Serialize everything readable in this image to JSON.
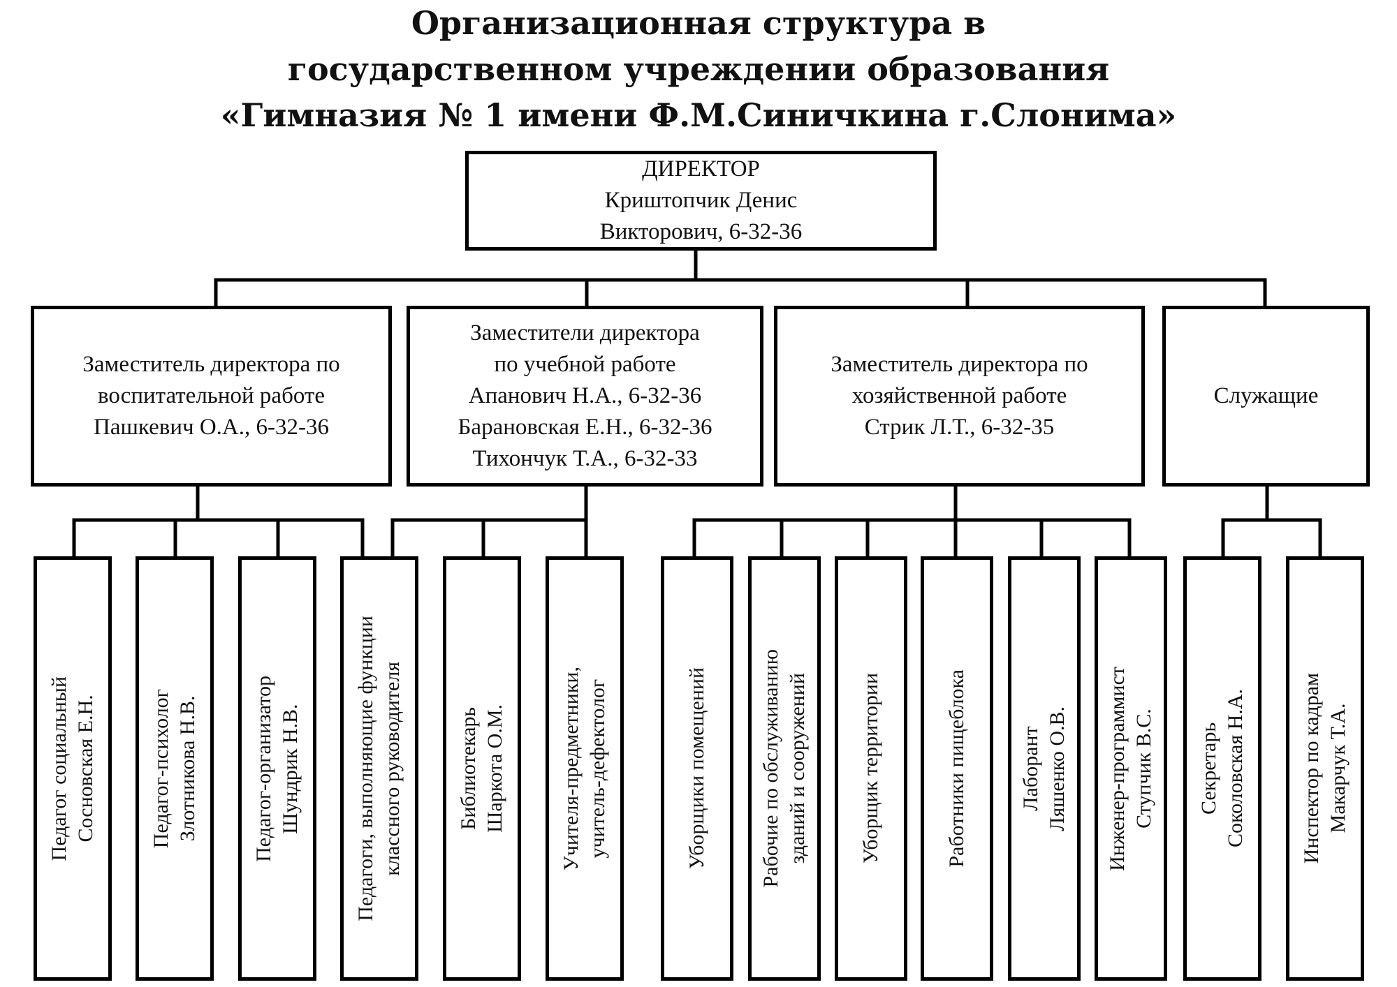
{
  "title": {
    "line1": "Организационная структура в",
    "line2": "государственном учреждении образования",
    "line3": "«Гимназия № 1 имени Ф.М.Синичкина г.Слонима»"
  },
  "director": {
    "role": "ДИРЕКТОР",
    "name_line1": "Криштопчик Денис",
    "name_line2": "Викторович, 6-32-36"
  },
  "deputies": [
    {
      "lines": [
        "Заместитель директора по",
        "воспитательной работе",
        "Пашкевич О.А., 6-32-36"
      ]
    },
    {
      "lines": [
        "Заместители директора",
        "по учебной работе",
        "Апанович Н.А., 6-32-36",
        "Барановская Е.Н., 6-32-36",
        "Тихончук Т.А., 6-32-33"
      ]
    },
    {
      "lines": [
        "Заместитель директора по",
        "хозяйственной работе",
        "Стрик Л.Т., 6-32-35"
      ]
    },
    {
      "lines": [
        "Служащие"
      ]
    }
  ],
  "staff": [
    {
      "lines": [
        "Педагог социальный",
        "Сосновская Е.Н."
      ]
    },
    {
      "lines": [
        "Педагог-психолог",
        "Злотникова Н.В."
      ]
    },
    {
      "lines": [
        "Педагог-организатор",
        "Шундрик Н.В."
      ]
    },
    {
      "lines": [
        "Педагоги, выполняющие функции",
        "классного руководителя"
      ]
    },
    {
      "lines": [
        "Библиотекарь",
        "Шаркота О.М."
      ]
    },
    {
      "lines": [
        "Учителя-предметники,",
        "учитель-дефектолог"
      ]
    },
    {
      "lines": [
        "Уборщики помещений"
      ]
    },
    {
      "lines": [
        "Рабочие по обслуживанию",
        "зданий и сооружений"
      ]
    },
    {
      "lines": [
        "Уборщик территории"
      ]
    },
    {
      "lines": [
        "Работники пищеблока"
      ]
    },
    {
      "lines": [
        "Лаборант",
        "Ляшенко О.В."
      ]
    },
    {
      "lines": [
        "Инженер-программист",
        "Ступчик В.С."
      ]
    },
    {
      "lines": [
        "Секретарь",
        "Соколовская Н.А."
      ]
    },
    {
      "lines": [
        "Инспектор по кадрам",
        "Макарчук Т.А."
      ]
    }
  ]
}
